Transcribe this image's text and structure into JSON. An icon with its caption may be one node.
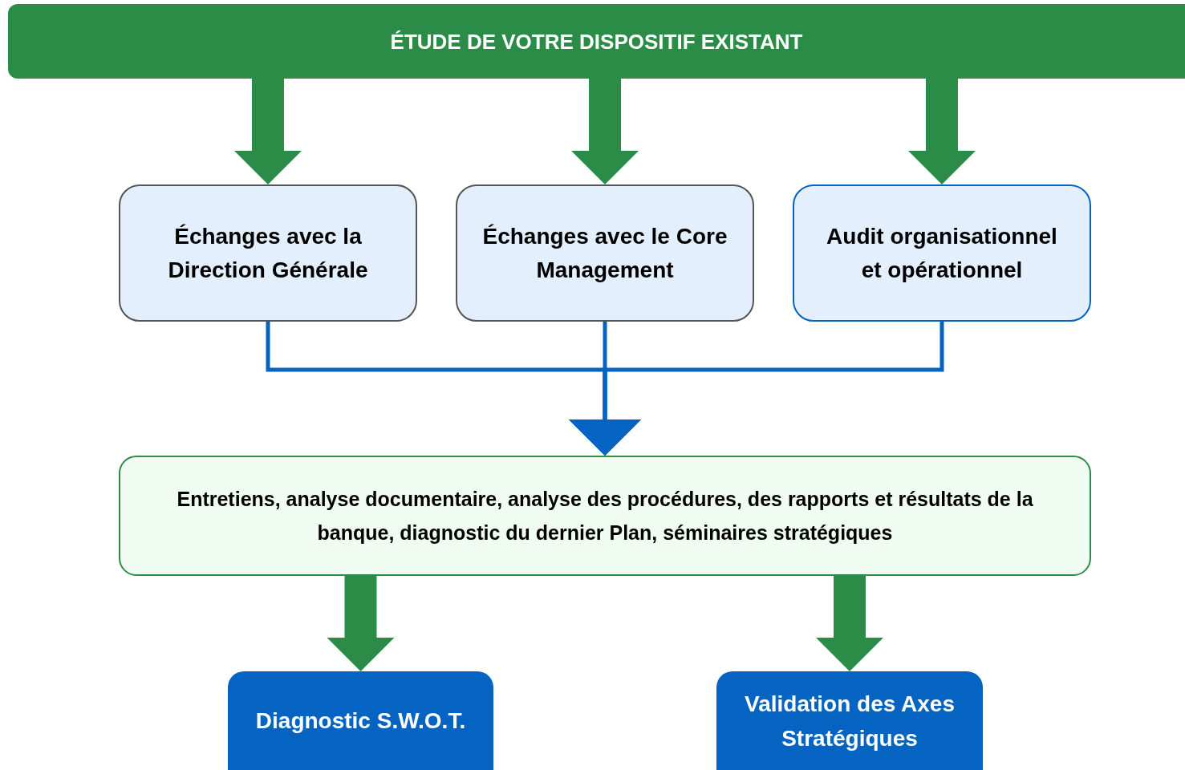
{
  "diagram": {
    "nodes": [
      {
        "text": [
          "ÉTUDE DE VOTRE DISPOSITIF EXISTANT"
        ]
      },
      {
        "text": [
          "Échanges avec la Direction Générale"
        ]
      },
      {
        "text": [
          "Échanges avec le Core Management"
        ]
      },
      {
        "text": [
          "Audit organisationnel et opérationnel"
        ]
      },
      {
        "text": [
          "Entretiens, analyse documentaire, analyse des procédures, des rapports et résultats de la banque, diagnostic du dernier Plan, séminaires stratégiques"
        ]
      },
      {
        "text": [
          "Diagnostic S.W.O.T."
        ]
      },
      {
        "text": [
          "Validation des Axes Stratégiques"
        ]
      }
    ],
    "edges": [
      {
        "from": 0,
        "to": 1,
        "arrow": "to"
      },
      {
        "from": 0,
        "to": 2,
        "arrow": "to"
      },
      {
        "from": 0,
        "to": 3,
        "arrow": "to"
      },
      {
        "from": 1,
        "to": 4,
        "arrow": "to",
        "color": "#0563c1"
      },
      {
        "from": 2,
        "to": 4,
        "arrow": "to",
        "color": "#0563c1"
      },
      {
        "from": 3,
        "to": 4,
        "arrow": "to",
        "color": "#0563c1"
      },
      {
        "from": 4,
        "to": 5,
        "arrow": "to"
      },
      {
        "from": 4,
        "to": 6,
        "arrow": "to"
      }
    ]
  }
}
